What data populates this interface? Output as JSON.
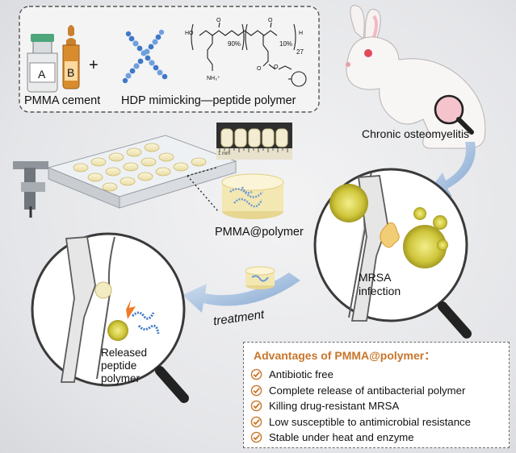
{
  "ingredients": {
    "vial_a": "A",
    "vial_b": "B",
    "plus": "+",
    "pmma_cement": "PMMA cement",
    "hdp_polymer": "HDP mimicking—peptide polymer"
  },
  "chemical": {
    "ho": "HO",
    "pct_a": "90%",
    "pct_b": "10%",
    "h": "H",
    "n": "27",
    "nh3": "NH₃⁺",
    "o1": "O",
    "o2": "O",
    "o3": "O",
    "o4": "O"
  },
  "ruler_label": "1 mm",
  "pmma_polymer_label": "PMMA@polymer",
  "chronic_label": "Chronic osteomyelitis",
  "mrsa_label_1": "MRSA",
  "mrsa_label_2": "infection",
  "treatment_label": "treatment",
  "released_label": [
    "Released",
    "peptide",
    "polymer"
  ],
  "advantages": {
    "title": "Advantages of PMMA@polymer：",
    "items": [
      "Antibiotic free",
      "Complete release of antibacterial polymer",
      "Killing drug-resistant MRSA",
      "Low susceptible to antimicrobial resistance",
      "Stable under heat and enzyme"
    ]
  },
  "colors": {
    "accent": "#c8762a",
    "arrow": "#8fb0d6",
    "polymer_blue": "#3f78c8",
    "bacteria": "#c9c13a"
  }
}
